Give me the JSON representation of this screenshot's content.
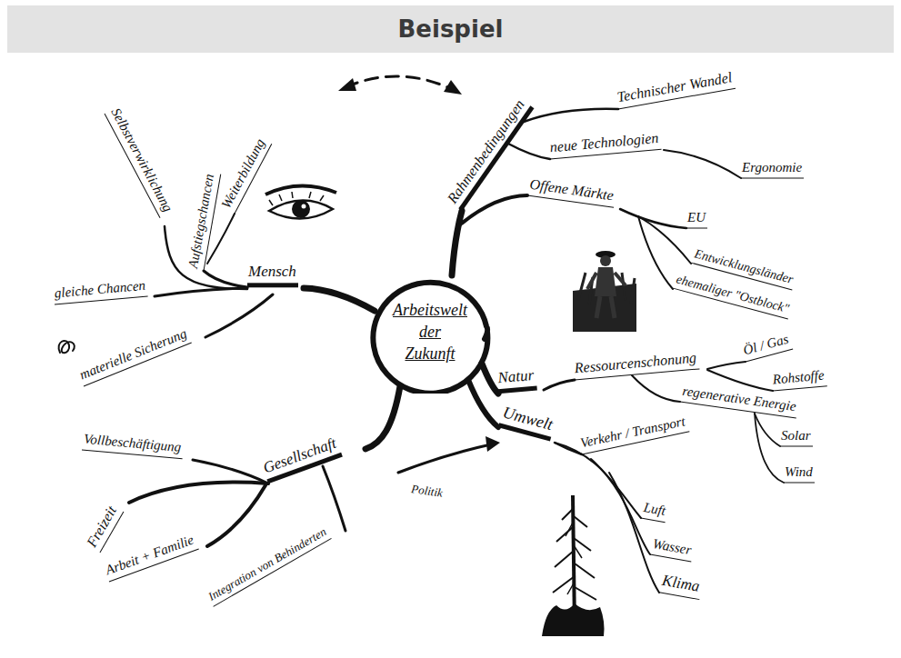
{
  "diagram": {
    "title": "Beispiel",
    "nodes": [
      {
        "text": [
          "Arbeitswelt der Zukunft"
        ]
      }
    ],
    "labels": [
      "Weiterbildung",
      "Aufstiegschancen",
      "Selbstverwirklichung",
      "Mensch",
      "gleiche Chancen",
      "materielle Sicherung",
      "Rahmenbedingungen",
      "Technischer Wandel",
      "neue Technologien",
      "Ergonomie",
      "Offene Märkte",
      "EU",
      "Entwicklungsländer",
      "ehemaliger \"Ostblock\"",
      "Natur",
      "Ressourcenschonung",
      "Öl / Gas",
      "Rohstoffe",
      "regenerative Energie",
      "Solar",
      "Wind",
      "Umwelt",
      "Verkehr / Transport",
      "Luft",
      "Wasser",
      "Klima",
      "Gesellschaft",
      "Vollbeschäftigung",
      "Freizeit",
      "Arbeit + Familie",
      "Integration von Behinderten",
      "Politik"
    ]
  }
}
